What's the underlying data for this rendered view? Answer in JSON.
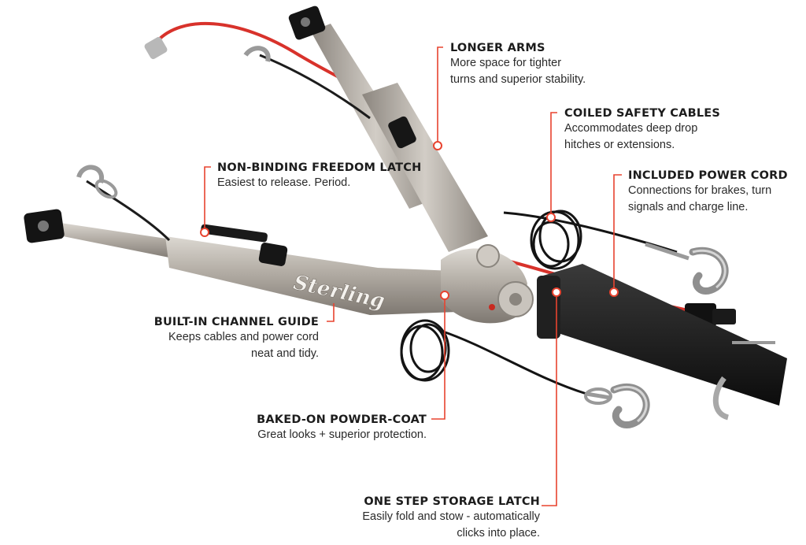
{
  "brand": {
    "logo_text": "Sterling",
    "accent": "#e8432f",
    "metal": "#b7b2aa",
    "dark": "#1a1a1a"
  },
  "callouts": {
    "longer_arms": {
      "title": "LONGER ARMS",
      "lines": [
        "More space for tighter",
        "turns and superior stability."
      ]
    },
    "coiled_cables": {
      "title": "COILED SAFETY CABLES",
      "lines": [
        "Accommodates deep drop",
        "hitches or extensions."
      ]
    },
    "power_cord": {
      "title": "INCLUDED POWER CORD",
      "lines": [
        "Connections for brakes, turn",
        "signals and charge line."
      ]
    },
    "freedom_latch": {
      "title": "NON-BINDING FREEDOM LATCH",
      "lines": [
        "Easiest to release. Period."
      ]
    },
    "channel_guide": {
      "title": "BUILT-IN CHANNEL GUIDE",
      "lines": [
        "Keeps cables and power cord",
        "neat and tidy."
      ]
    },
    "powder_coat": {
      "title": "BAKED-ON POWDER-COAT",
      "lines": [
        "Great looks + superior protection."
      ]
    },
    "storage_latch": {
      "title": "ONE STEP STORAGE LATCH",
      "lines": [
        "Easily fold and stow - automatically",
        "clicks into place."
      ]
    }
  }
}
